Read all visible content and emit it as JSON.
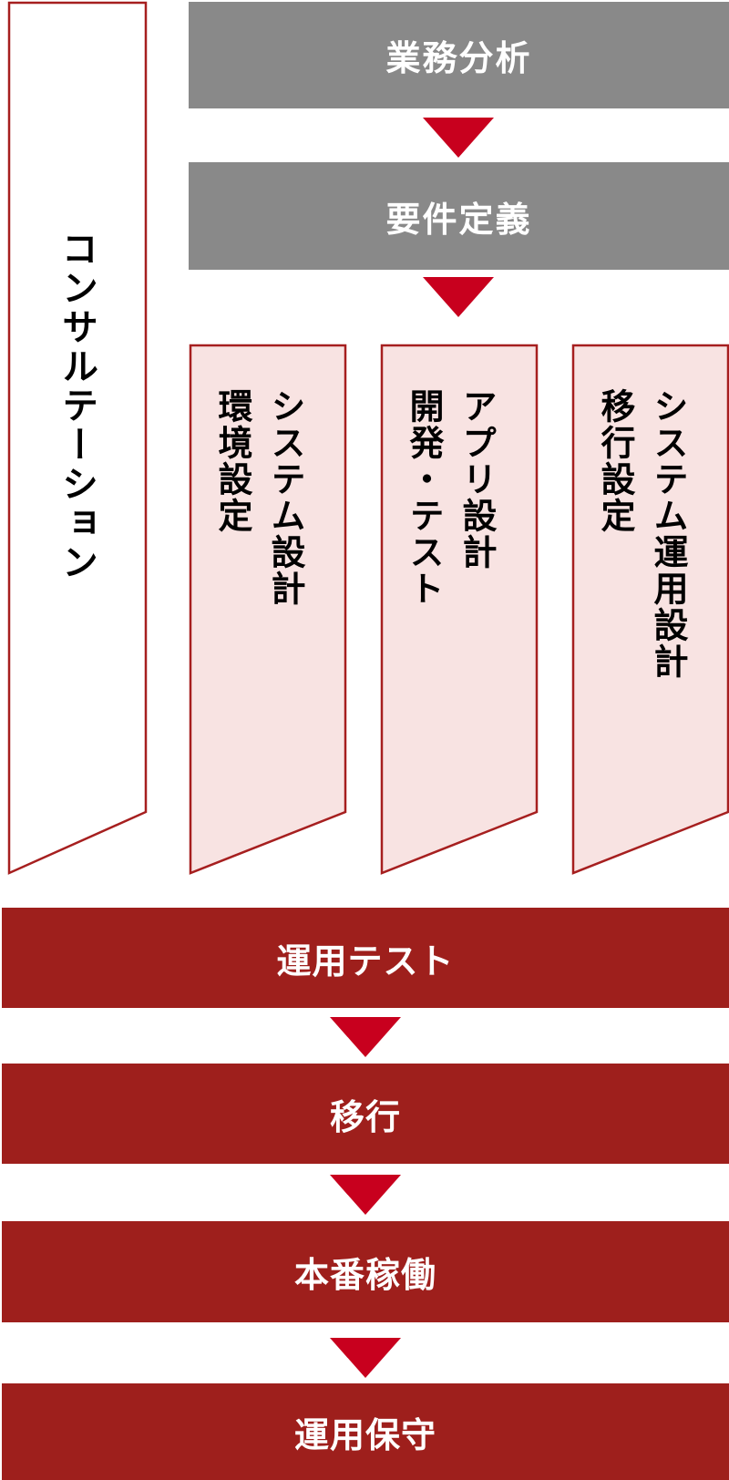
{
  "colors": {
    "gray_box": "#898989",
    "red_box": "#9e1f1c",
    "arrow": "#c8001e",
    "pink_fill": "#f8e3e2",
    "outline": "#a61f1f"
  },
  "consulting": {
    "label": "コンサルテーション"
  },
  "upper_steps": [
    {
      "label": "業務分析"
    },
    {
      "label": "要件定義"
    }
  ],
  "parallel_steps": [
    {
      "line1": "システム設計",
      "line2": "環境設定"
    },
    {
      "line1": "アプリ設計",
      "line2": "開発・テスト"
    },
    {
      "line1": "システム運用設計",
      "line2": "移行設定"
    }
  ],
  "lower_steps": [
    {
      "label": "運用テスト"
    },
    {
      "label": "移行"
    },
    {
      "label": "本番稼働"
    },
    {
      "label": "運用保守"
    }
  ],
  "icons": {
    "arrow": "down-triangle-arrow"
  }
}
